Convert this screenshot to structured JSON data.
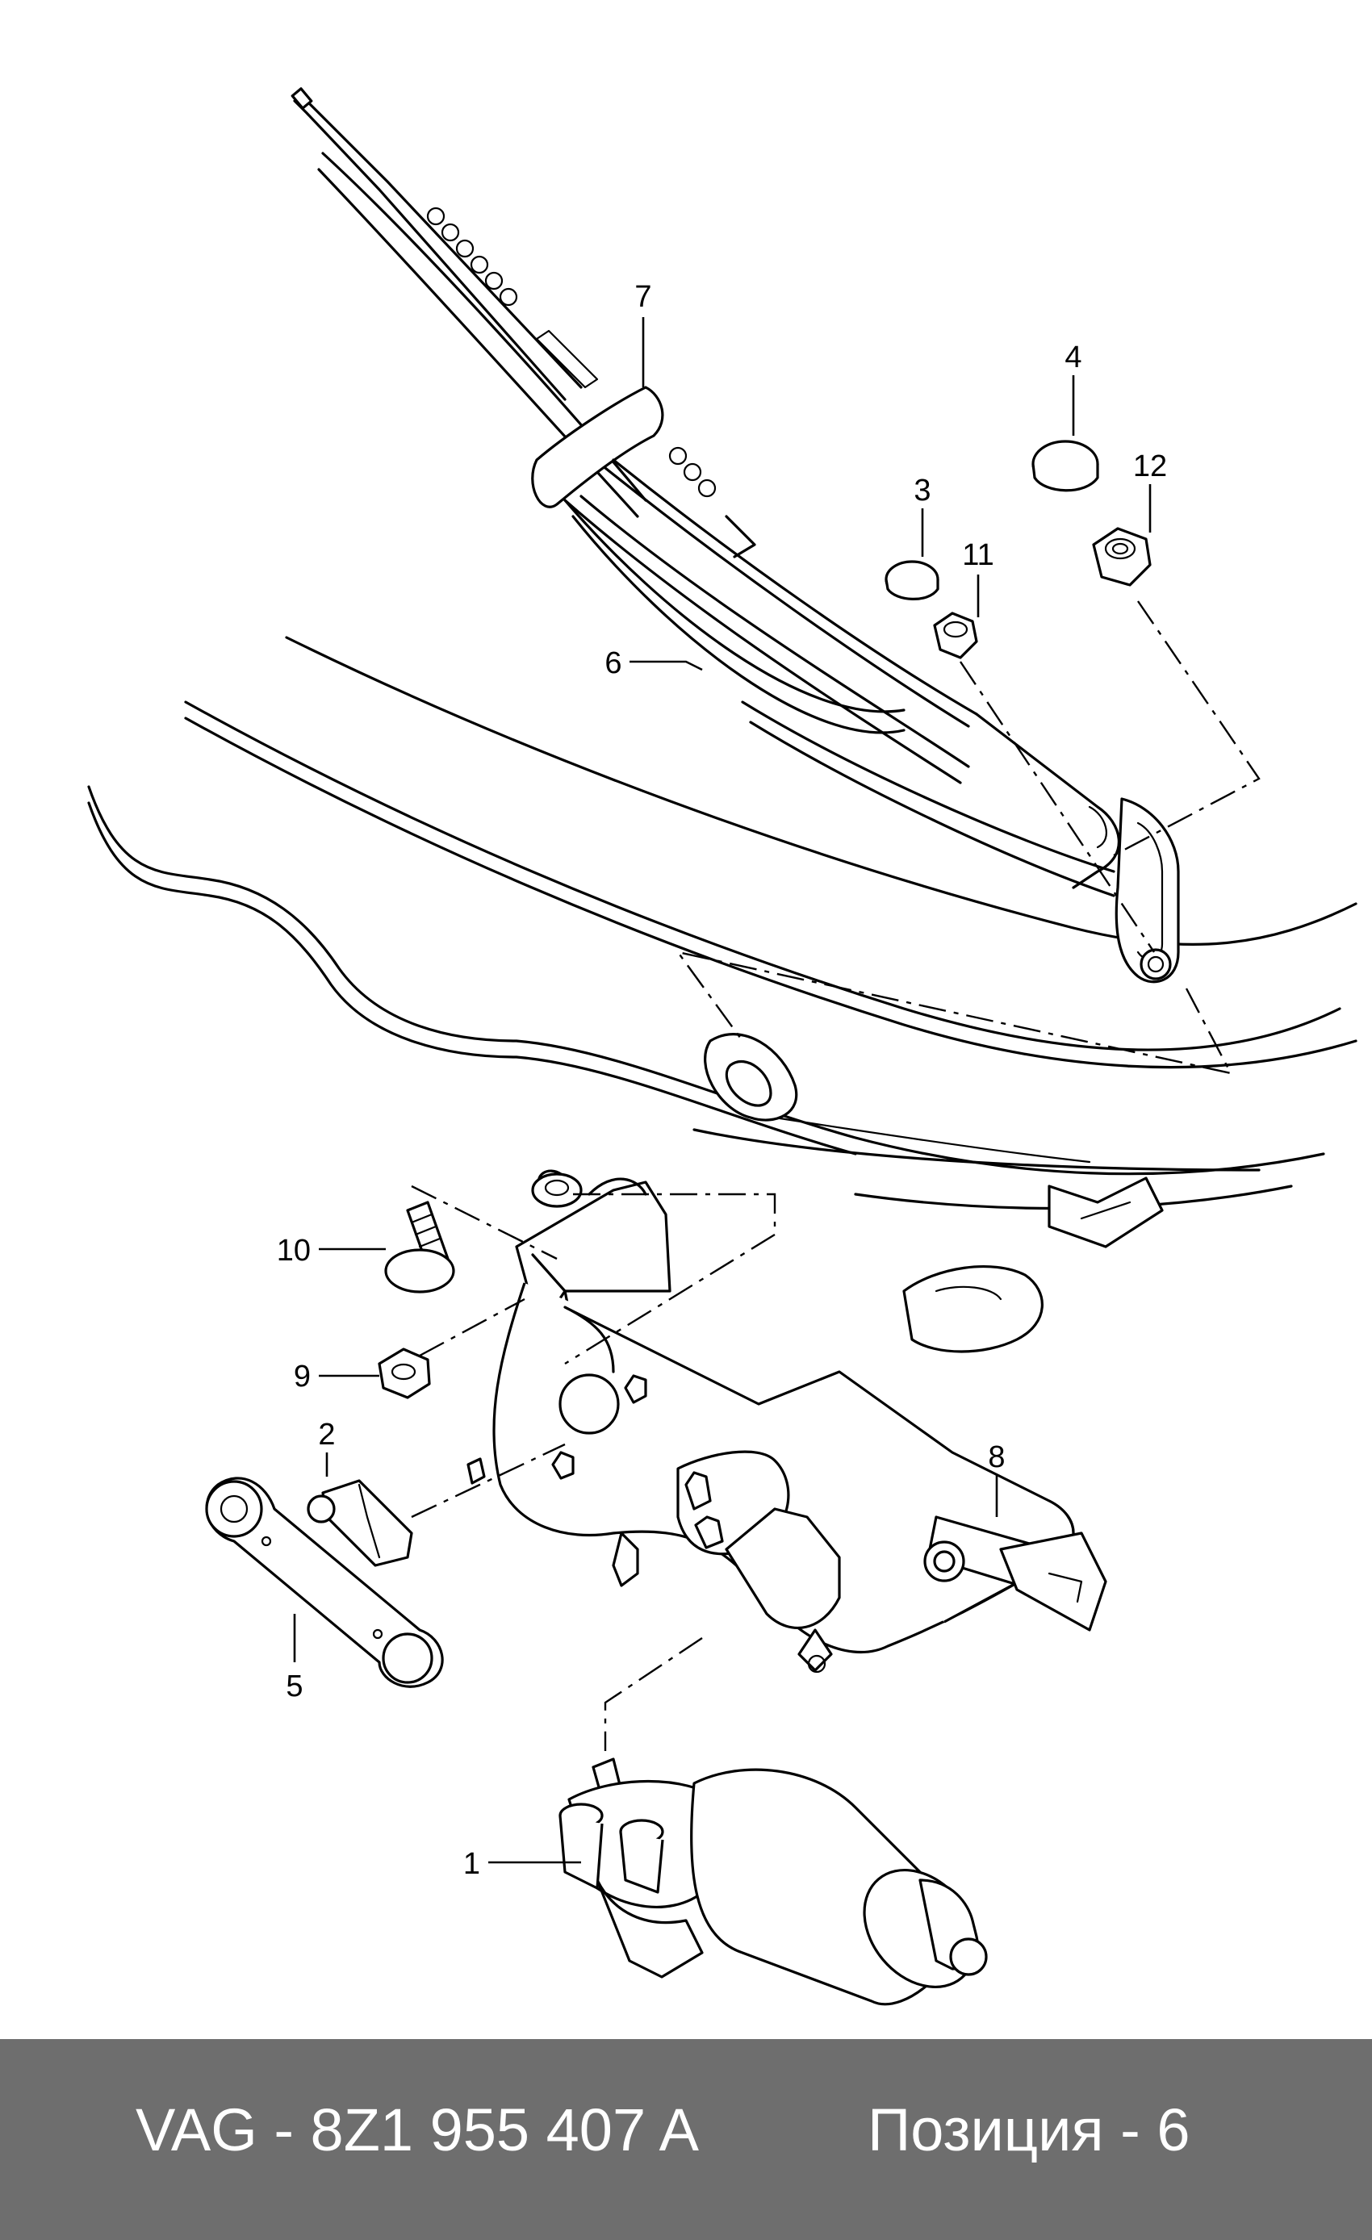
{
  "callouts": {
    "c1": "1",
    "c2": "2",
    "c3": "3",
    "c4": "4",
    "c5": "5",
    "c6": "6",
    "c7": "7",
    "c8": "8",
    "c9": "9",
    "c10": "10",
    "c11": "11",
    "c12": "12"
  },
  "footer": {
    "part_number": "VAG - 8Z1 955 407 A",
    "position": "Позиция - 6"
  },
  "colors": {
    "footer_background": "#6e6e6e",
    "footer_text": "#ffffff",
    "line": "#000000"
  }
}
